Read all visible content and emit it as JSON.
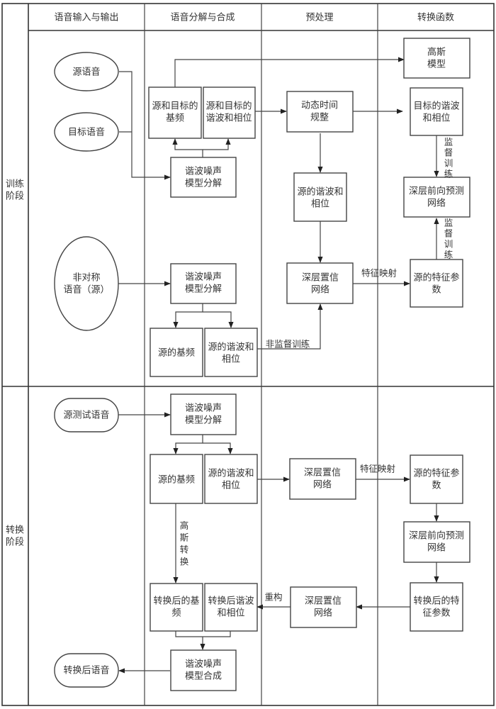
{
  "columns": [
    "语音输入与输出",
    "语音分解与合成",
    "预处理",
    "转换函数"
  ],
  "lanes": {
    "training": [
      "训练",
      "阶段"
    ],
    "conversion": [
      "转换",
      "阶段"
    ]
  },
  "training": {
    "source_speech": [
      "源语音"
    ],
    "target_speech": [
      "目标语音"
    ],
    "asym_speech": [
      "非对称",
      "语音（源）"
    ],
    "st_f0": [
      "源和目标的",
      "基频"
    ],
    "st_harm": [
      "源和目标的",
      "谐波和相位"
    ],
    "hnm_decomp_1": [
      "谐波噪声",
      "模型分解"
    ],
    "hnm_decomp_2": [
      "谐波噪声",
      "模型分解"
    ],
    "src_f0": [
      "源的基频"
    ],
    "src_harm": [
      "源的谐波和",
      "相位"
    ],
    "dtw": [
      "动态时间",
      "规整"
    ],
    "src_harm_aligned": [
      "源的谐波和",
      "相位"
    ],
    "dbn": [
      "深层置信",
      "网络"
    ],
    "gauss": [
      "高斯",
      "模型"
    ],
    "tgt_harm": [
      "目标的谐波",
      "和相位"
    ],
    "dnn": [
      "深层前向预测",
      "网络"
    ],
    "src_feat": [
      "源的特征参",
      "数"
    ],
    "edge_sup1": [
      "监",
      "督",
      "训",
      "练"
    ],
    "edge_sup2": [
      "监",
      "督",
      "训",
      "练"
    ],
    "edge_featmap": "特征映射",
    "edge_unsup": "非监督训练"
  },
  "conversion": {
    "test_speech": [
      "源测试语音"
    ],
    "hnm_decomp": [
      "谐波噪声",
      "模型分解"
    ],
    "src_f0": [
      "源的基频"
    ],
    "src_harm": [
      "源的谐波和",
      "相位"
    ],
    "dbn1": [
      "深层置信",
      "网络"
    ],
    "src_feat": [
      "源的特征参",
      "数"
    ],
    "dnn": [
      "深层前向预测",
      "网络"
    ],
    "conv_feat": [
      "转换后的特",
      "征参数"
    ],
    "dbn2": [
      "深层置信",
      "网络"
    ],
    "conv_f0": [
      "转换后的基",
      "频"
    ],
    "conv_harm": [
      "转换后谐波",
      "和相位"
    ],
    "hnm_synth": [
      "谐波噪声",
      "模型合成"
    ],
    "out_speech": [
      "转换后语音"
    ],
    "edge_gauss": [
      "高",
      "斯",
      "转",
      "换"
    ],
    "edge_featmap": "特征映射",
    "edge_recon": "重构"
  }
}
